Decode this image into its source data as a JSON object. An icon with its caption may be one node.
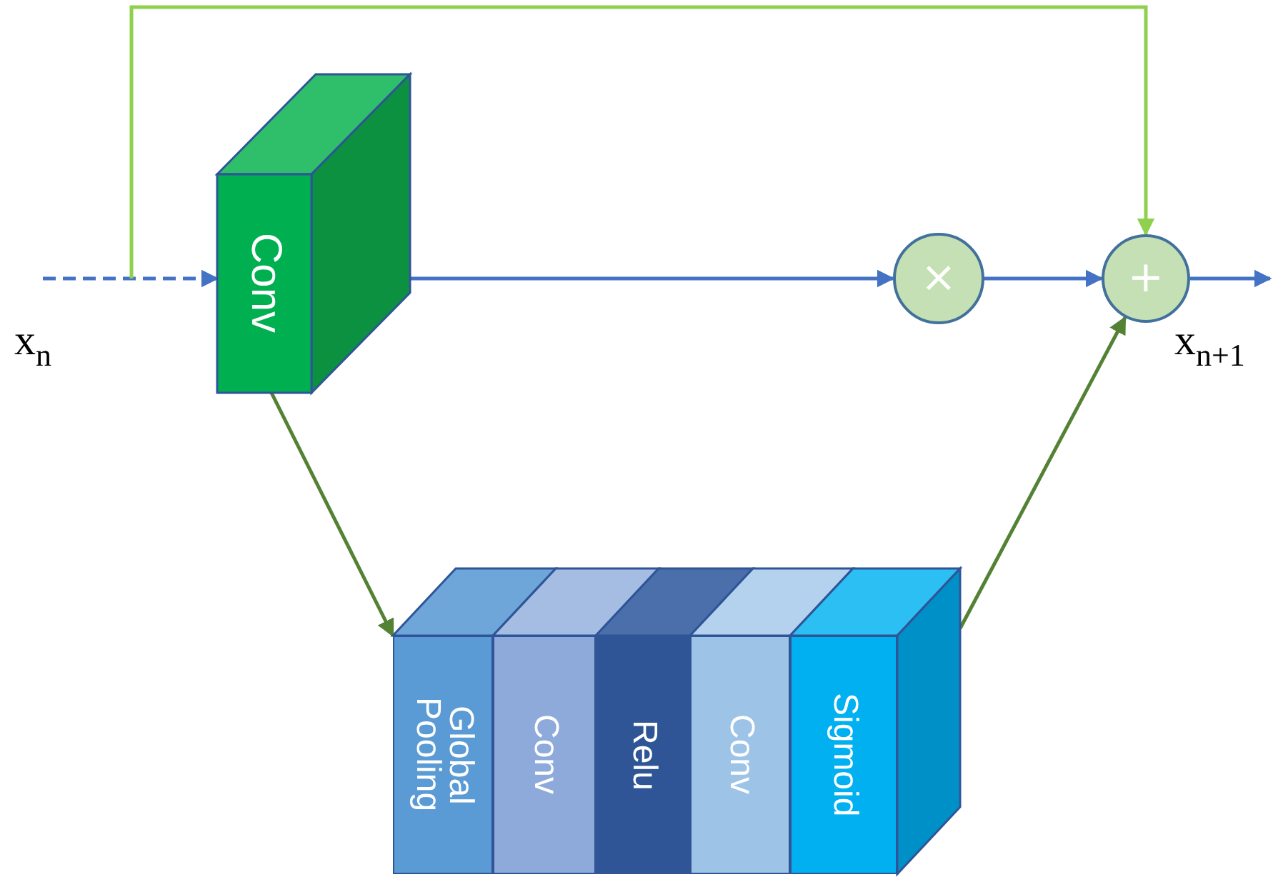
{
  "diagram": {
    "nodes": [
      {
        "text": [
          "Conv"
        ]
      },
      {
        "text": [
          "×"
        ]
      },
      {
        "text": [
          "+"
        ]
      },
      {
        "text": [],
        "shape": "box"
      },
      {
        "text": [
          "Global Pooling"
        ],
        "in": 3
      },
      {
        "text": [
          "Conv"
        ],
        "in": 3
      },
      {
        "text": [
          "Relu"
        ],
        "in": 3
      },
      {
        "text": [
          "Conv"
        ],
        "in": 3
      },
      {
        "text": [
          "Sigmoid"
        ],
        "in": 3
      }
    ],
    "edges": [
      {
        "from": null,
        "to": 0,
        "arrow": "to",
        "style": "dashed"
      },
      {
        "from": 0,
        "to": 1,
        "arrow": "to"
      },
      {
        "from": 1,
        "to": 2,
        "arrow": "to"
      },
      {
        "from": 2,
        "to": null,
        "arrow": "to"
      },
      {
        "from": null,
        "to": 2,
        "arrow": "to",
        "color": "#8fd14f"
      },
      {
        "from": 0,
        "to": 3,
        "arrow": "to",
        "color": "#548235"
      },
      {
        "from": 3,
        "to": 2,
        "arrow": "to",
        "color": "#548235"
      }
    ],
    "labels": [
      "x$_{n}$",
      "x$_{n+1}$"
    ]
  }
}
